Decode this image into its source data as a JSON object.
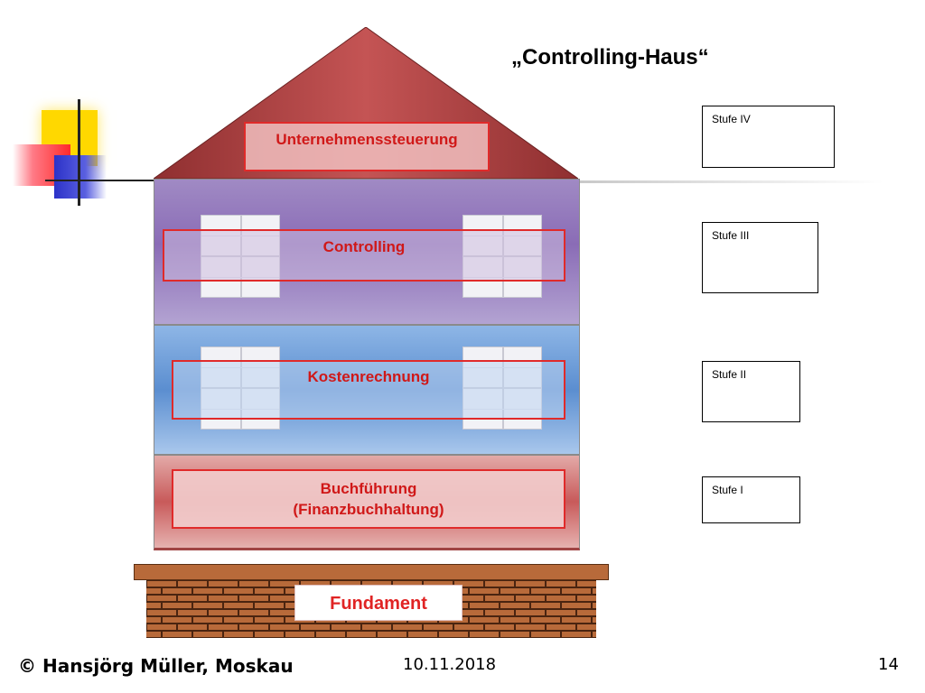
{
  "slide": {
    "title": "„Controlling-Haus“"
  },
  "house": {
    "roof_label": "Unternehmenssteuerung",
    "floor_top_label": "Controlling",
    "floor_mid_label": "Kostenrechnung",
    "floor_bottom_label_line1": "Buchführung",
    "floor_bottom_label_line2": "(Finanzbuchhaltung)",
    "foundation_label": "Fundament"
  },
  "levels": [
    {
      "label": "Stufe IV"
    },
    {
      "label": "Stufe III"
    },
    {
      "label": "Stufe II"
    },
    {
      "label": "Stufe I"
    }
  ],
  "footer": {
    "author": "© Hansjörg Müller, Moskau",
    "date": "10.11.2018",
    "page": "14"
  },
  "colors": {
    "label_text": "#d01818",
    "roof": "#b94646",
    "floor_top": "#8a6cb6",
    "floor_mid": "#5b8ed0",
    "floor_bottom": "#c85a5a",
    "brick": "#b86a3a"
  }
}
